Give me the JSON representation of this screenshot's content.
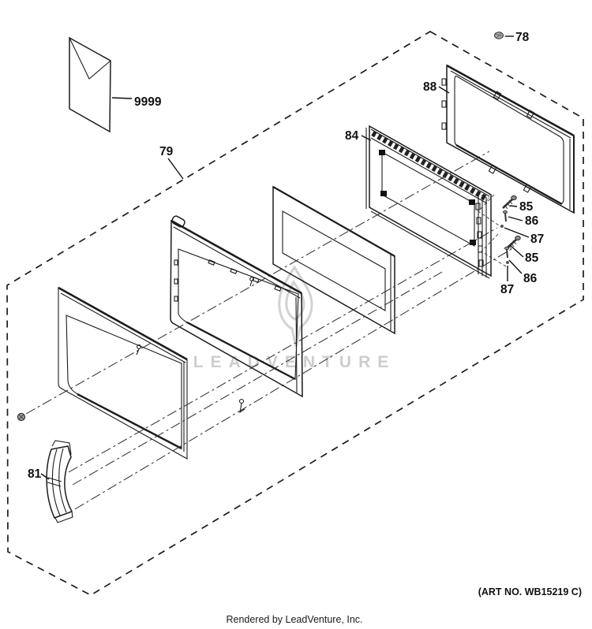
{
  "diagram": {
    "callouts": {
      "c9999": "9999",
      "c79": "79",
      "c78": "78",
      "c88": "88",
      "c84": "84",
      "c85a": "85",
      "c86a": "86",
      "c87a": "87",
      "c85b": "85",
      "c86b": "86",
      "c87b": "87",
      "c81": "81"
    },
    "watermark_text": "LEADVENTURE",
    "art_no": "(ART NO. WB15219 C)",
    "footer": "Rendered by LeadVenture, Inc.",
    "colors": {
      "line": "#1c1c1c",
      "watermark": "#cdcdcd",
      "background": "#ffffff",
      "screw_fill": "#a9a9a9"
    }
  }
}
